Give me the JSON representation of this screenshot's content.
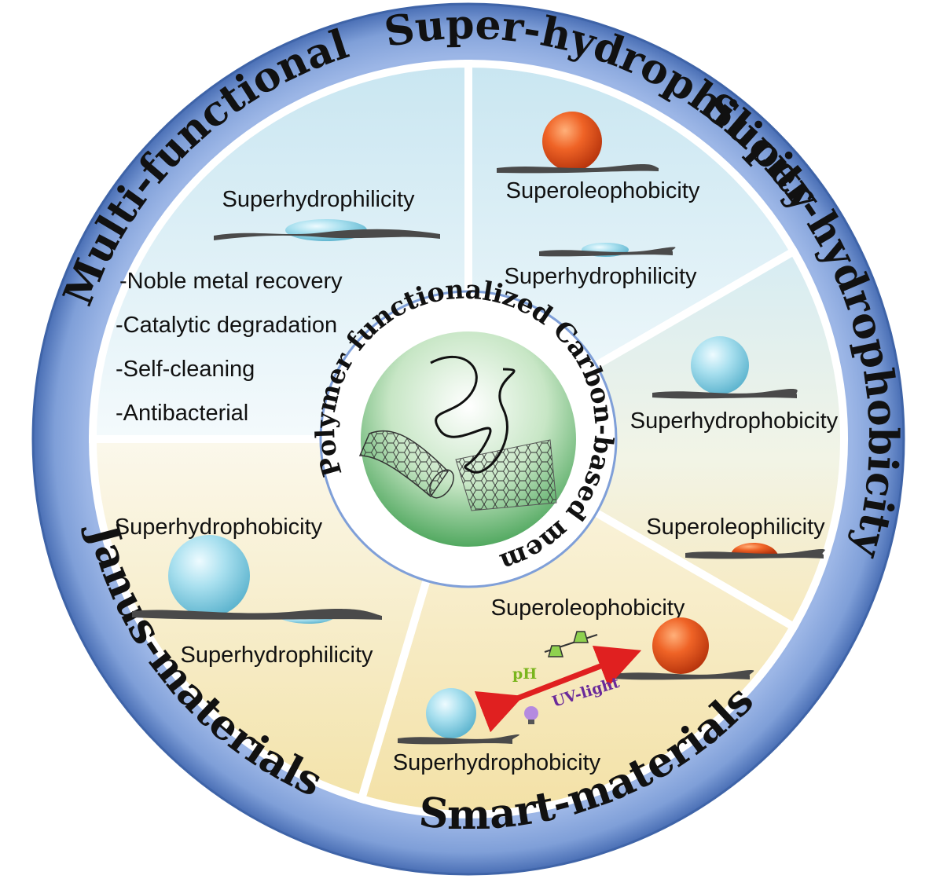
{
  "ring_labels": {
    "multi_functional": "Multi-functional",
    "super_hydrophilicity": "Super-hydrophilicity",
    "super_hydrophobicity": "Super-hydrophobicity",
    "smart_materials": "Smart-materials",
    "janus_materials": "Janus-materials"
  },
  "center": {
    "title": "Polymer functionalized Carbon-based membranes"
  },
  "sections": {
    "multi_functional": {
      "label": "Superhydrophilicity",
      "bullets": [
        "-Noble metal recovery",
        "-Catalytic degradation",
        "-Self-cleaning",
        "-Antibacterial"
      ]
    },
    "super_hydrophilicity": {
      "top_label": "Superoleophobicity",
      "bottom_label": "Superhydrophilicity"
    },
    "super_hydrophobicity": {
      "top_label": "Superhydrophobicity",
      "bottom_label": "Superoleophilicity"
    },
    "smart_materials": {
      "top_label": "Superoleophobicity",
      "bottom_label": "Superhydrophobicity",
      "stimuli": [
        "pH",
        "UV-light"
      ]
    },
    "janus_materials": {
      "top_label": "Superhydrophobicity",
      "bottom_label": "Superhydrophilicity"
    }
  },
  "colors": {
    "ring": "#7f9fd8",
    "ring_dark": "#4a6fb5",
    "water_droplet": "#9fd9ea",
    "oil_droplet": "#e2531f",
    "arrow": "#e02020",
    "center_green": "#5fb36a"
  }
}
